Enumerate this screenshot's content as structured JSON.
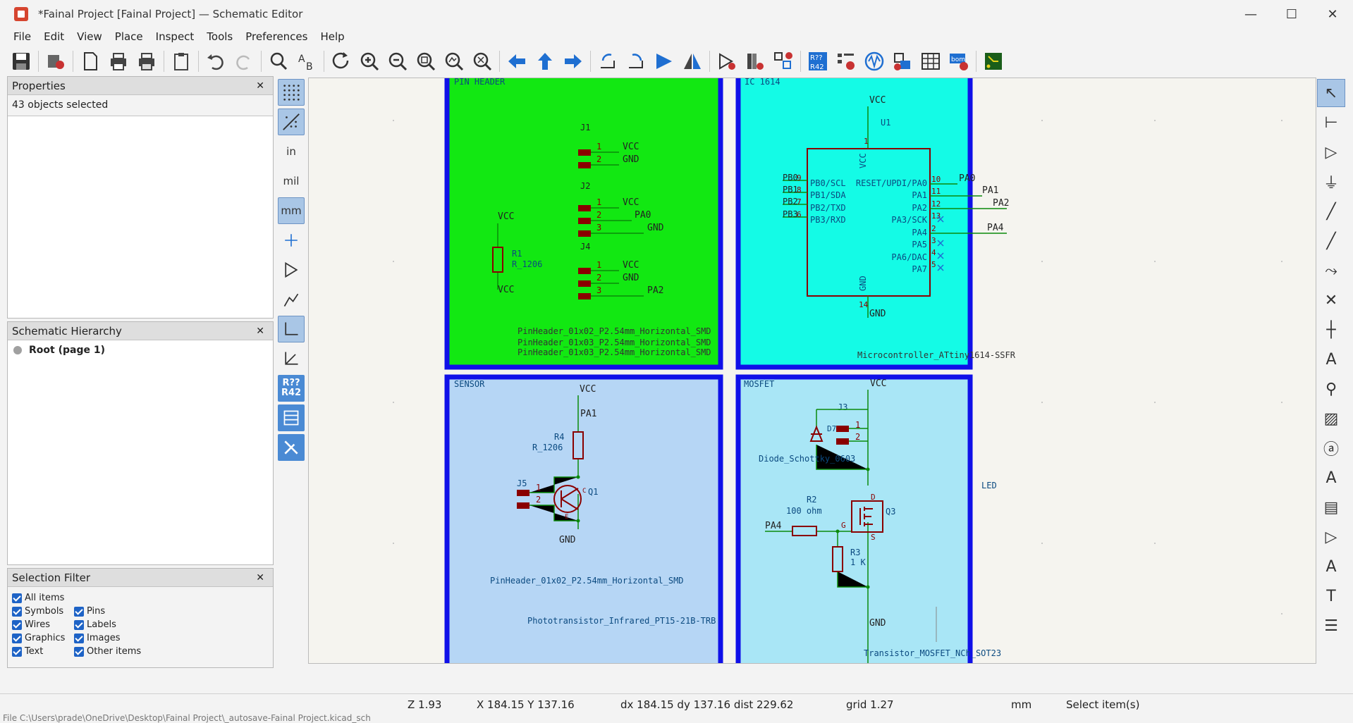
{
  "window": {
    "title": "*Fainal Project [Fainal Project] — Schematic Editor",
    "controls": [
      "—",
      "☐",
      "✕"
    ]
  },
  "menu": [
    "File",
    "Edit",
    "View",
    "Place",
    "Inspect",
    "Tools",
    "Preferences",
    "Help"
  ],
  "properties": {
    "title": "Properties",
    "selection": "43 objects selected"
  },
  "hierarchy": {
    "title": "Schematic Hierarchy",
    "root": "Root (page 1)"
  },
  "filter": {
    "title": "Selection Filter",
    "items": [
      "All items",
      "Pins",
      "Symbols",
      "Labels",
      "Wires",
      "Images",
      "Graphics",
      "Other items",
      "Text"
    ]
  },
  "left_tools": [
    "in",
    "mil",
    "mm",
    "R??\nR42"
  ],
  "sheets": {
    "pin_header": {
      "title": "PIN HEADER",
      "footprints": [
        "PinHeader_01x02_P2.54mm_Horizontal_SMD",
        "PinHeader_01x03_P2.54mm_Horizontal_SMD",
        "PinHeader_01x03_P2.54mm_Horizontal_SMD"
      ],
      "labels": [
        "J1",
        "J2",
        "J4",
        "VCC",
        "GND",
        "VCC",
        "PA0",
        "GND",
        "VCC",
        "GND",
        "PA2",
        "VCC",
        "R1",
        "R_1206",
        "VCC",
        "1",
        "2",
        "1",
        "2",
        "3",
        "1",
        "2",
        "3"
      ]
    },
    "ic": {
      "title": "IC 1614",
      "footprint": "Microcontroller_ATtiny1614-SSFR",
      "labels": [
        "VCC",
        "U1",
        "GND",
        "PB0",
        "PB1",
        "PB2",
        "PB3",
        "PA0",
        "PA1",
        "PA2",
        "PA4",
        "PB0/SCL",
        "PB1/SDA",
        "PB2/TXD",
        "PB3/RXD",
        "RESET/UPDI/PA0",
        "PA1",
        "PA2",
        "PA3/SCK",
        "PA4",
        "PA5",
        "PA6/DAC",
        "PA7",
        "VCC",
        "GND",
        "1",
        "14",
        "10",
        "11",
        "12",
        "13",
        "2",
        "3",
        "4",
        "5",
        "9",
        "8",
        "7",
        "6"
      ]
    },
    "sensor": {
      "title": "SENSOR",
      "footprint": "PinHeader_01x02_P2.54mm_Horizontal_SMD",
      "bottom": "Phototransistor_Infrared_PT15-21B-TRB",
      "labels": [
        "VCC",
        "PA1",
        "R4",
        "R_1206",
        "J5",
        "Q1",
        "GND",
        "1",
        "2",
        "C",
        "E"
      ]
    },
    "mosfet": {
      "title": "MOSFET",
      "bottom": "Transistor_MOSFET_NCh_SOT23",
      "labels": [
        "VCC",
        "J3",
        "D7",
        "Diode_Schottky_0603",
        "LED",
        "R2",
        "100 ohm",
        "PA4",
        "G",
        "D",
        "S",
        "Q3",
        "R3",
        "1 K",
        "GND",
        "1",
        "2"
      ]
    }
  },
  "status": {
    "zoom": "Z 1.93",
    "xy": "X 184.15  Y 137.16",
    "delta": "dx 184.15  dy 137.16  dist 229.62",
    "grid": "grid 1.27",
    "units": "mm",
    "mode": "Select item(s)",
    "path": "File C:\\Users\\prade\\OneDrive\\Desktop\\Fainal Project\\_autosave-Fainal Project.kicad_sch"
  },
  "colors": {
    "pin_header_bg": "#12e812",
    "ic_bg": "#14fbe6",
    "sensor_bg": "#b6d6f5",
    "mosfet_bg": "#a9e6f6",
    "sheet_border": "#1010e8",
    "wire": "#0b8a0b",
    "component": "#8a0000",
    "label": "#0b4a80"
  }
}
